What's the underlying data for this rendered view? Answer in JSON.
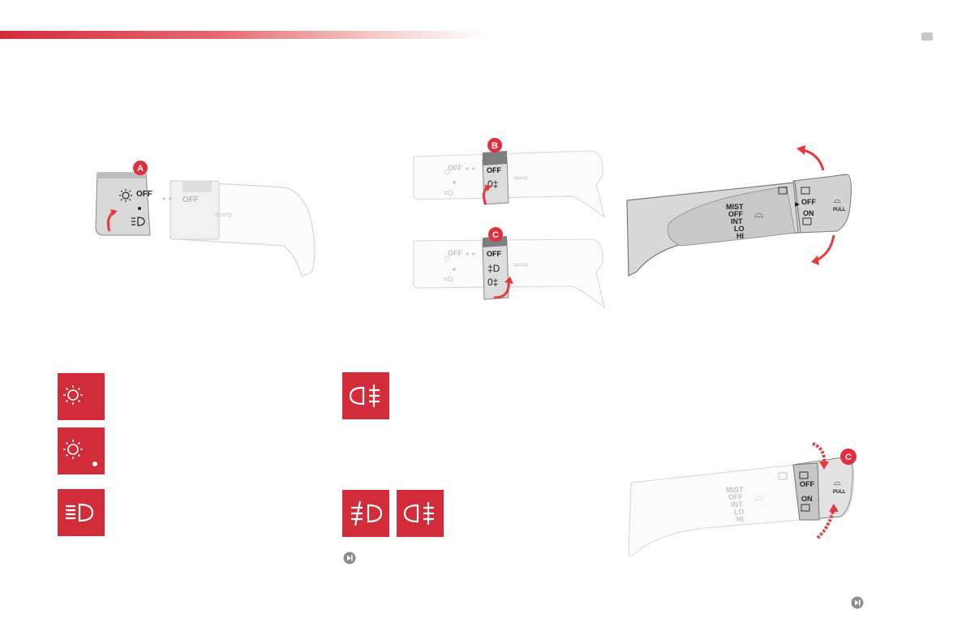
{
  "header": {
    "accent_color": "#d22c3a"
  },
  "lighting_stalk_a": {
    "callout": "A",
    "off_label": "OFF",
    "off_label_2": "OFF"
  },
  "fog_stalk_b": {
    "callout": "B",
    "off_label_grey": "OFF",
    "off_label": "OFF"
  },
  "fog_stalk_c": {
    "callout": "C",
    "off_label_grey": "OFF",
    "off_label": "OFF"
  },
  "wiper_stalk": {
    "speeds": [
      "MIST",
      "OFF",
      "INT",
      "LO",
      "HI"
    ],
    "rear_off": "OFF",
    "rear_on": "ON",
    "pull_label": "PULL"
  },
  "wiper_stalk_c": {
    "callout": "C",
    "speeds": [
      "MIST",
      "OFF",
      "INT",
      "LO",
      "HI"
    ],
    "rear_off": "OFF",
    "rear_on": "ON",
    "pull_label": "PULL"
  },
  "indicator_icons": [
    {
      "icon": "sidelamp-icon"
    },
    {
      "icon": "parking-lamp-icon"
    },
    {
      "icon": "dipped-beam-icon"
    },
    {
      "icon": "rear-foglamp-icon"
    },
    {
      "icon": "front-foglamp-icon"
    },
    {
      "icon": "rear-foglamp-icon"
    }
  ],
  "colors": {
    "icon_red": "#d22c3a",
    "callout_red": "#e03040",
    "arrow_red": "#e43a3e"
  }
}
